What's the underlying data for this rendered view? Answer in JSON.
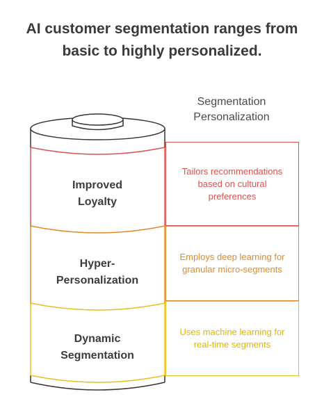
{
  "title": {
    "line1": "AI customer segmentation ranges from",
    "line2": "basic to highly personalized."
  },
  "axis_label": {
    "line1": "Segmentation",
    "line2": "Personalization"
  },
  "layers": [
    {
      "label_line1": "Improved",
      "label_line2": "Loyalty",
      "description": "Tailors recommendations based on cultural preferences",
      "color": "#d9534f"
    },
    {
      "label_line1": "Hyper-",
      "label_line2": "Personalization",
      "description": "Employs deep learning for granular micro-segments",
      "color": "#e08a2c"
    },
    {
      "label_line1": "Dynamic",
      "label_line2": "Segmentation",
      "description": "Uses machine learning for real-time segments",
      "color": "#e6c01f"
    }
  ],
  "colors": {
    "outline": "#333333",
    "text": "#3c3c3c"
  }
}
